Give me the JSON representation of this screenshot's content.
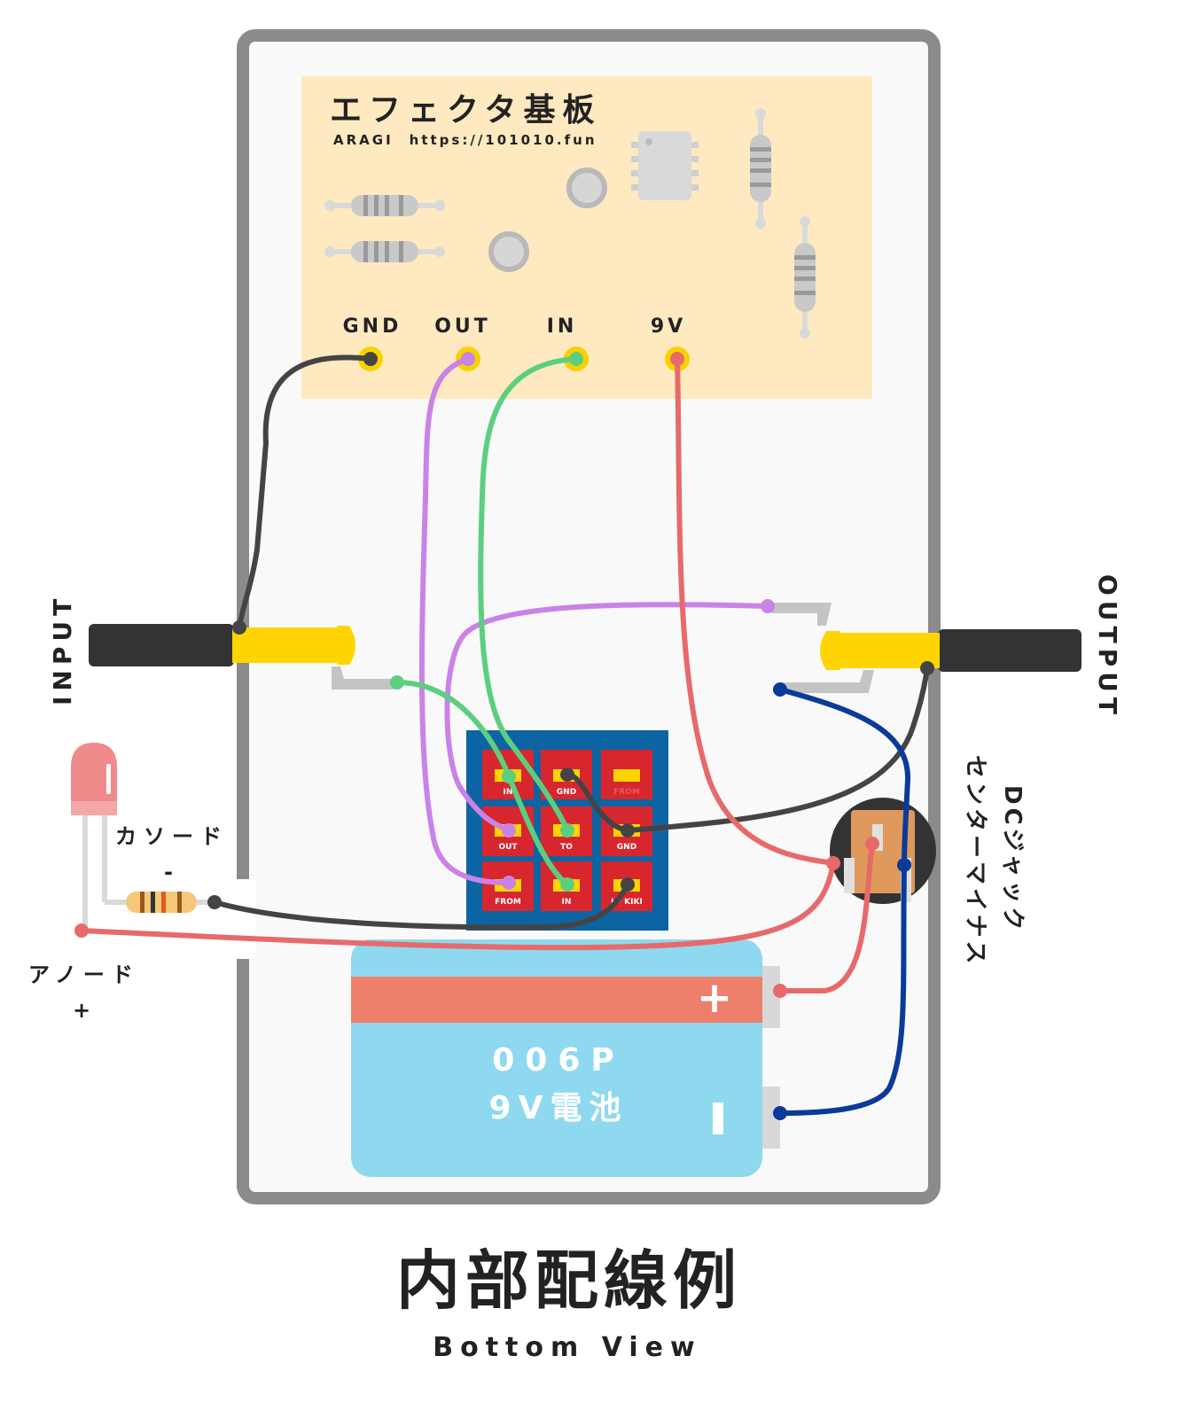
{
  "pcb": {
    "title": "エフェクタ基板",
    "subtitle": "ARAGI　https://101010.fun",
    "pads": [
      "GND",
      "OUT",
      "IN",
      "9V"
    ]
  },
  "jacks": {
    "input_label": "INPUT",
    "output_label": "OUTPUT"
  },
  "switch_pads": [
    [
      "IN",
      "GND",
      "FROM"
    ],
    [
      "OUT",
      "TO",
      "GND"
    ],
    [
      "FROM",
      "IN",
      "LF KIKI"
    ]
  ],
  "led": {
    "cathode_label": "カソード",
    "cathode_sign": "-",
    "anode_label": "アノード",
    "anode_sign": "+"
  },
  "dc_jack": {
    "label_line1": "DCジャック",
    "label_line2": "センターマイナス"
  },
  "battery": {
    "line1": "006P",
    "line2": "9V電池",
    "plus": "+",
    "minus": "-"
  },
  "footer": {
    "title": "内部配線例",
    "subtitle": "Bottom View"
  },
  "colors": {
    "wire_black": "#444444",
    "wire_purple": "#c983e6",
    "wire_green": "#5ccf7f",
    "wire_red": "#e8696a",
    "wire_blue": "#0b3a9a",
    "pcb": "#ffe9c0",
    "switch_board": "#0d64a3",
    "switch_pad": "#d8262f",
    "battery_body": "#8ed9ef",
    "battery_band": "#ee806b",
    "jack_plug": "#ffd400",
    "dc_jack": "#e0995c"
  }
}
